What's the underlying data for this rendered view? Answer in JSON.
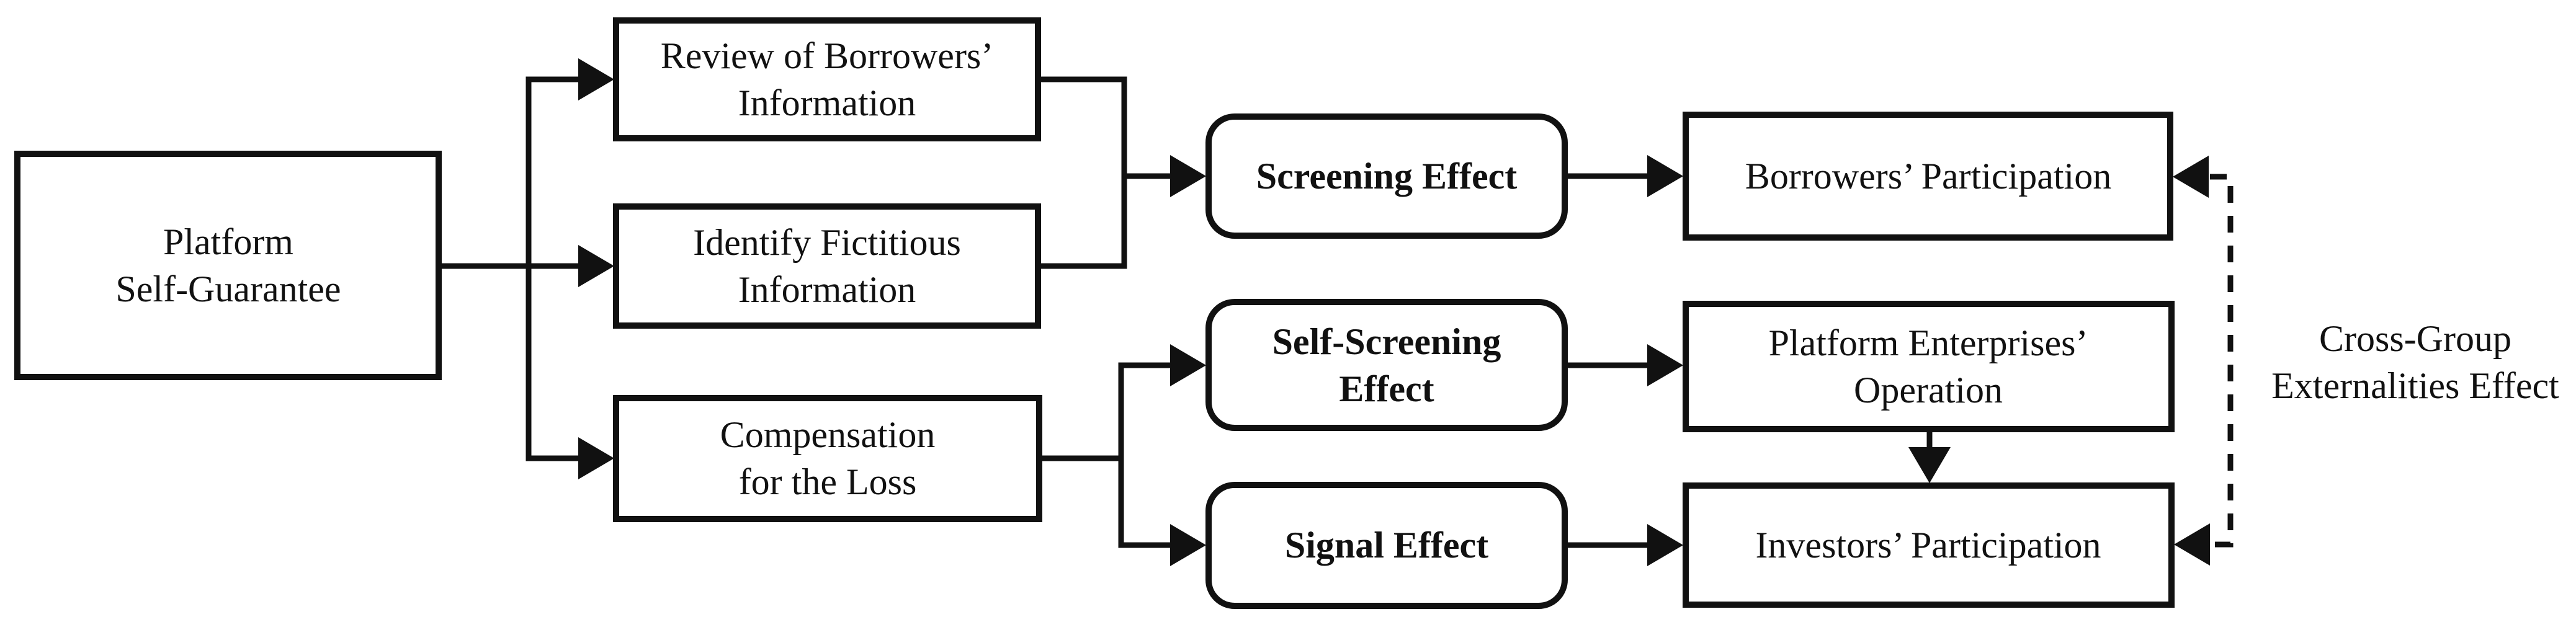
{
  "figure": {
    "background": "#ffffff",
    "line_color": "#111111",
    "text_color": "#111111",
    "description": "Flowchart of platform self-guarantee mechanisms and their effects"
  },
  "nodes": {
    "platform": {
      "line1": "Platform",
      "line2": "Self-Guarantee"
    },
    "review": {
      "line1": "Review of Borrowers’",
      "line2": "Information"
    },
    "identify": {
      "line1": "Identify Fictitious",
      "line2": "Information"
    },
    "compensation": {
      "line1": "Compensation",
      "line2": "for the Loss"
    },
    "screening": {
      "label": "Screening Effect"
    },
    "self_screening": {
      "line1": "Self-Screening",
      "line2": "Effect"
    },
    "signal": {
      "label": "Signal Effect"
    },
    "borrowers": {
      "label": "Borrowers’ Participation"
    },
    "platform_enterprises": {
      "line1": "Platform Enterprises’",
      "line2": "Operation"
    },
    "investors": {
      "label": "Investors’ Participation"
    }
  },
  "annotations": {
    "cross_group": {
      "line1": "Cross-Group",
      "line2": "Externalities Effect"
    }
  }
}
